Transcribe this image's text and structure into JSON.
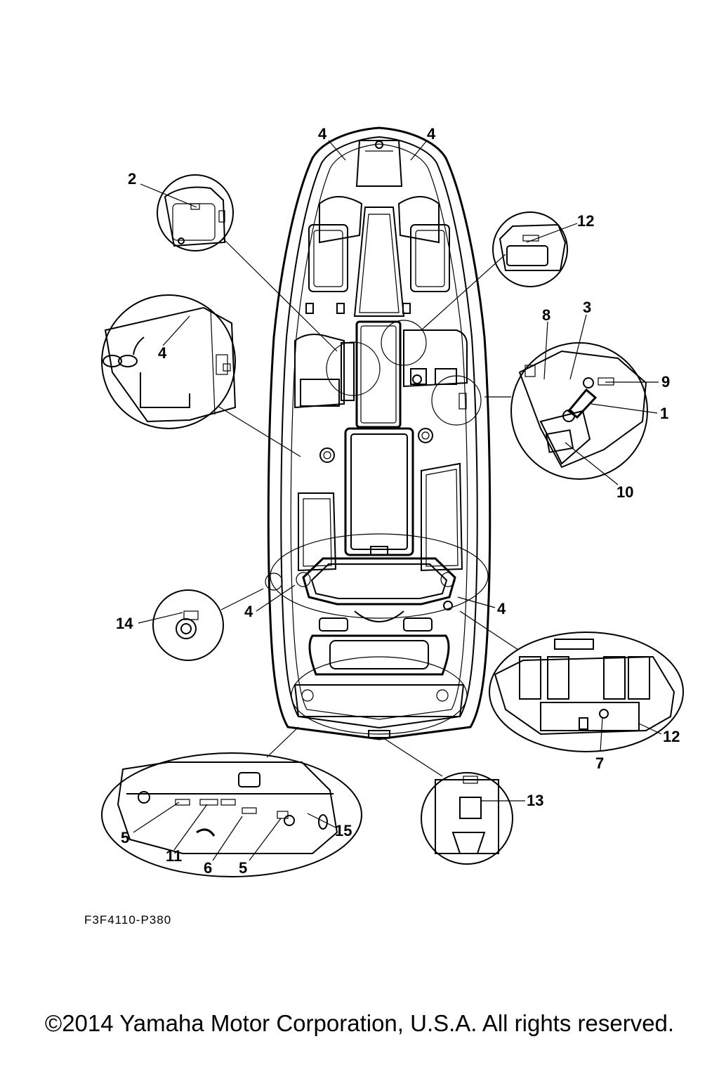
{
  "diagram": {
    "callouts": {
      "c_4_bow_left": "4",
      "c_4_bow_right": "4",
      "c_2": "2",
      "c_12_top": "12",
      "c_8": "8",
      "c_3": "3",
      "c_9": "9",
      "c_1": "1",
      "c_10": "10",
      "c_4_left_detail": "4",
      "c_4_mid_right": "4",
      "c_14": "14",
      "c_4_mid_left": "4",
      "c_12_bottom": "12",
      "c_7": "7",
      "c_13": "13",
      "c_15": "15",
      "c_5_left": "5",
      "c_11": "11",
      "c_6": "6",
      "c_5_right": "5"
    },
    "part_code": "F3F4110-P380",
    "copyright": "©2014 Yamaha Motor Corporation, U.S.A. All rights reserved."
  }
}
